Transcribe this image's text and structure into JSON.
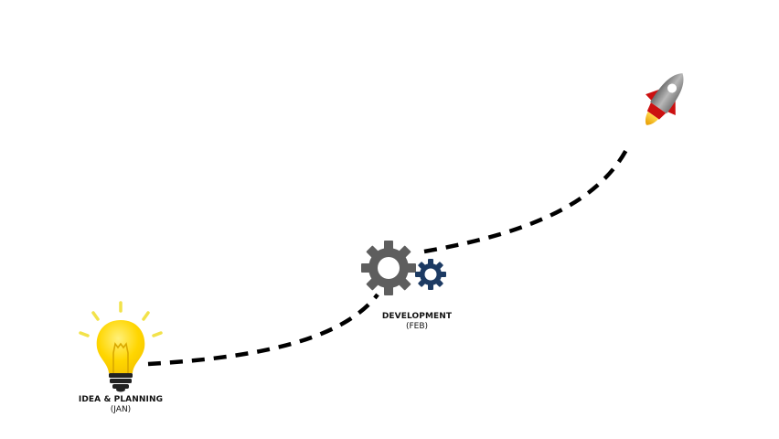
{
  "milestones": [
    {
      "id": "idea",
      "title": "IDEA & PLANNING",
      "sub": "(JAN)",
      "icon": "lightbulb-icon"
    },
    {
      "id": "dev",
      "title": "DEVELOPMENT",
      "sub": "(FEB)",
      "icon": "gears-icon"
    },
    {
      "id": "launch",
      "title": "",
      "sub": "",
      "icon": "rocket-icon"
    }
  ],
  "colors": {
    "bulb": "#ffd600",
    "bulb_rays": "#f2e24a",
    "bulb_base": "#222222",
    "gear_large": "#5e5e5e",
    "gear_small": "#1c3a63",
    "path": "#000000",
    "rocket_body": "#9a9a9a",
    "rocket_fins": "#cc1010",
    "rocket_flame": "#f0b400"
  }
}
